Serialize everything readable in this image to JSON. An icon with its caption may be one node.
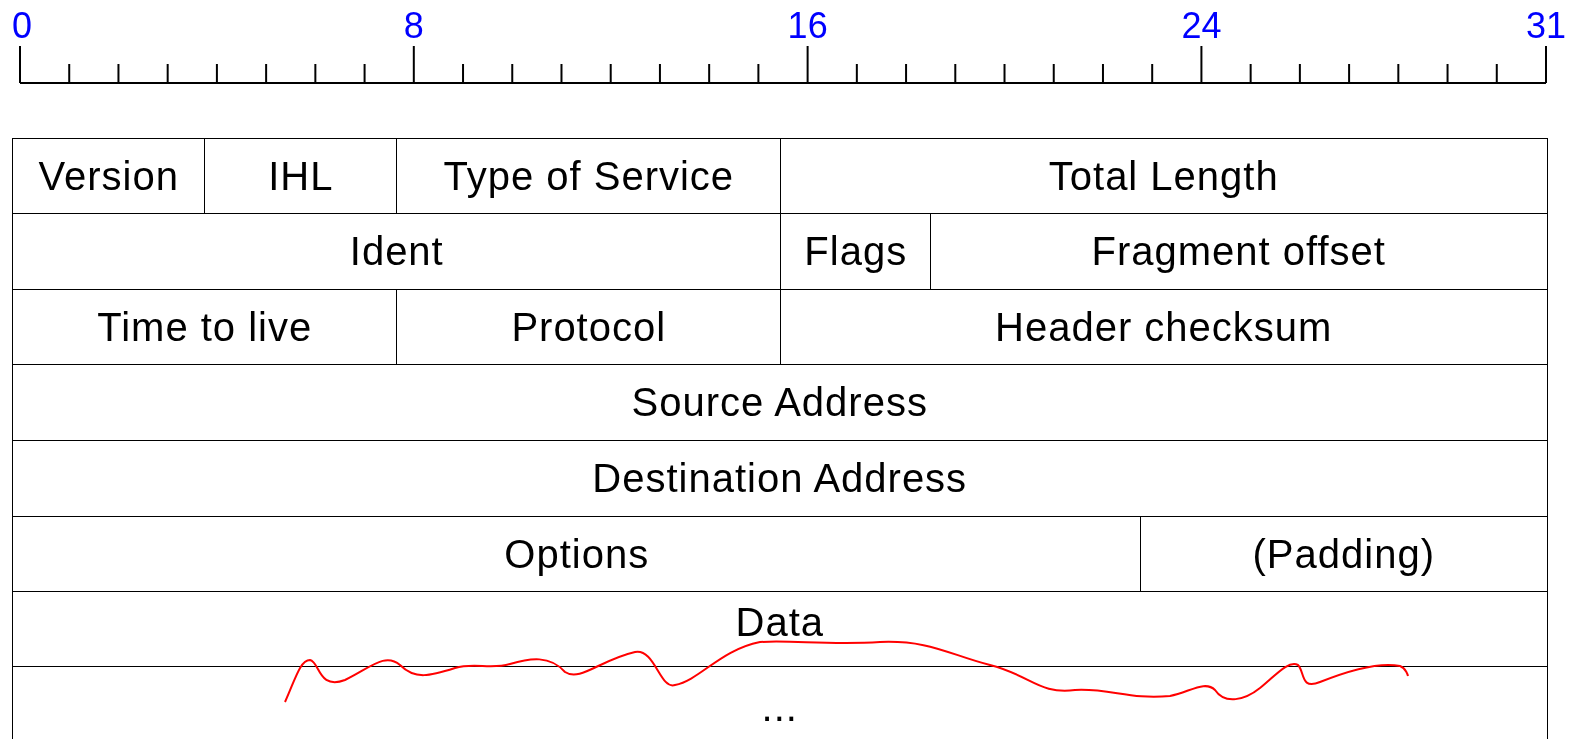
{
  "diagram": {
    "labels": [
      "0",
      "8",
      "16",
      "24",
      "31",
      "Version",
      "IHL",
      "Type of Service",
      "Total Length",
      "Ident",
      "Flags",
      "Fragment offset",
      "Time to live",
      "Protocol",
      "Header checksum",
      "Source Address",
      "Destination Address",
      "Options",
      "(Padding)",
      "Data",
      "..."
    ]
  }
}
